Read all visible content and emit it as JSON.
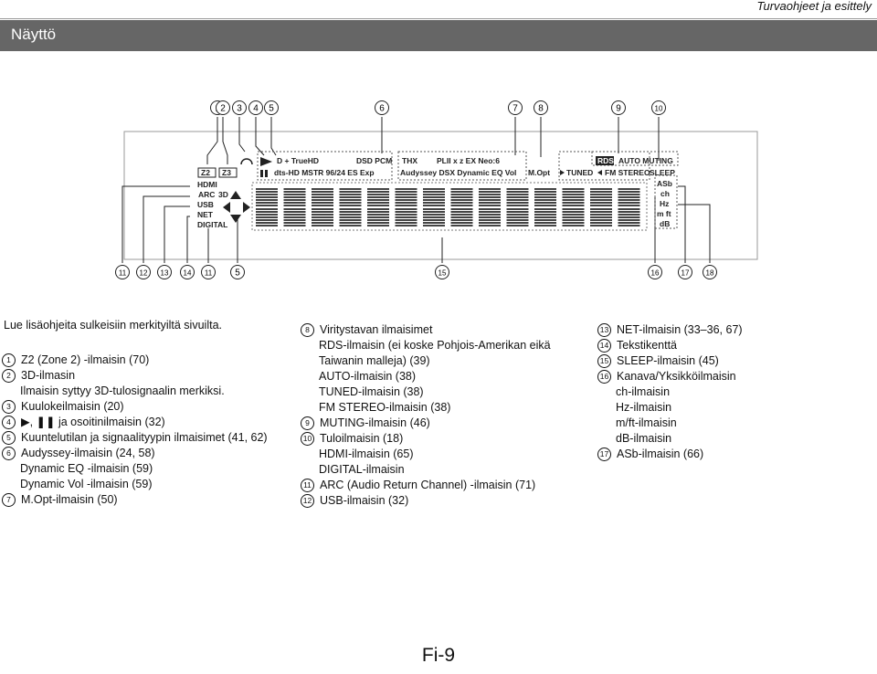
{
  "header": {
    "title": "Turvaohjeet ja esittely",
    "section": "Näyttö"
  },
  "diagram": {
    "top_callouts": [
      "1",
      "2",
      "3",
      "4",
      "5",
      "6",
      "7",
      "8",
      "9",
      "10"
    ],
    "bottom_callouts": [
      "11",
      "12",
      "13",
      "14",
      "11",
      "5",
      "15",
      "16",
      "17",
      "18"
    ],
    "panel_labels": {
      "z2": "Z2",
      "z3": "Z3",
      "hdmi": "HDMI",
      "arc": "ARC",
      "threeD": "3D",
      "usb": "USB",
      "net": "NET",
      "digital": "DIGITAL",
      "dplus": "D + TrueHD",
      "dsdpcm": "DSD PCM",
      "thx": "THX",
      "plii": "PLII x z EX Neo:6",
      "dts": "dts-HD MSTR 96/24 ES Exp",
      "audyssey": "Audyssey DSX Dynamic EQ Vol",
      "mopt": "M.Opt",
      "tuned": "TUNED",
      "fmstereo": "FM STEREO",
      "rds": "RDS",
      "automuting": "AUTO MUTING",
      "sleep": "SLEEP",
      "asb": "ASb",
      "ch": "ch",
      "hz": "Hz",
      "mft": "m ft",
      "db": "dB"
    }
  },
  "note": "Lue lisäohjeita sulkeisiin merkityiltä sivuilta.",
  "col1": [
    {
      "n": "1",
      "t": "Z2 (Zone 2) -ilmaisin (70)"
    },
    {
      "n": "2",
      "t": "3D-ilmasin"
    },
    {
      "n": "",
      "t": "Ilmaisin syttyy 3D-tulosignaalin merkiksi."
    },
    {
      "n": "3",
      "t": "Kuulokeilmaisin (20)"
    },
    {
      "n": "4",
      "t": "▶, ❚❚ ja osoitinilmaisin (32)"
    },
    {
      "n": "5",
      "t": "Kuuntelutilan ja signaalityypin ilmaisimet (41, 62)"
    },
    {
      "n": "6",
      "t": "Audyssey-ilmaisin (24, 58)"
    },
    {
      "n": "",
      "t": "Dynamic EQ -ilmaisin (59)"
    },
    {
      "n": "",
      "t": "Dynamic Vol -ilmaisin (59)"
    },
    {
      "n": "7",
      "t": "M.Opt-ilmaisin (50)"
    }
  ],
  "col2": [
    {
      "n": "8",
      "t": "Viritystavan ilmaisimet"
    },
    {
      "n": "",
      "t": "RDS-ilmaisin (ei koske Pohjois-Amerikan eikä"
    },
    {
      "n": "",
      "t": "Taiwanin malleja) (39)"
    },
    {
      "n": "",
      "t": "AUTO-ilmaisin (38)"
    },
    {
      "n": "",
      "t": "TUNED-ilmaisin (38)"
    },
    {
      "n": "",
      "t": "FM STEREO-ilmaisin (38)"
    },
    {
      "n": "9",
      "t": "MUTING-ilmaisin (46)"
    },
    {
      "n": "10",
      "t": "Tuloilmaisin (18)"
    },
    {
      "n": "",
      "t": "HDMI-ilmaisin (65)"
    },
    {
      "n": "",
      "t": "DIGITAL-ilmaisin"
    },
    {
      "n": "11",
      "t": "ARC (Audio Return Channel) -ilmaisin (71)"
    },
    {
      "n": "12",
      "t": "USB-ilmaisin (32)"
    }
  ],
  "col3": [
    {
      "n": "13",
      "t": "NET-ilmaisin (33–36, 67)"
    },
    {
      "n": "14",
      "t": "Tekstikenttä"
    },
    {
      "n": "15",
      "t": "SLEEP-ilmaisin (45)"
    },
    {
      "n": "16",
      "t": "Kanava/Yksikköilmaisin"
    },
    {
      "n": "",
      "t": "ch-ilmaisin"
    },
    {
      "n": "",
      "t": "Hz-ilmaisin"
    },
    {
      "n": "",
      "t": "m/ft-ilmaisin"
    },
    {
      "n": "",
      "t": "dB-ilmaisin"
    },
    {
      "n": "17",
      "t": "ASb-ilmaisin (66)"
    }
  ],
  "footer": {
    "page": "Fi-9"
  }
}
